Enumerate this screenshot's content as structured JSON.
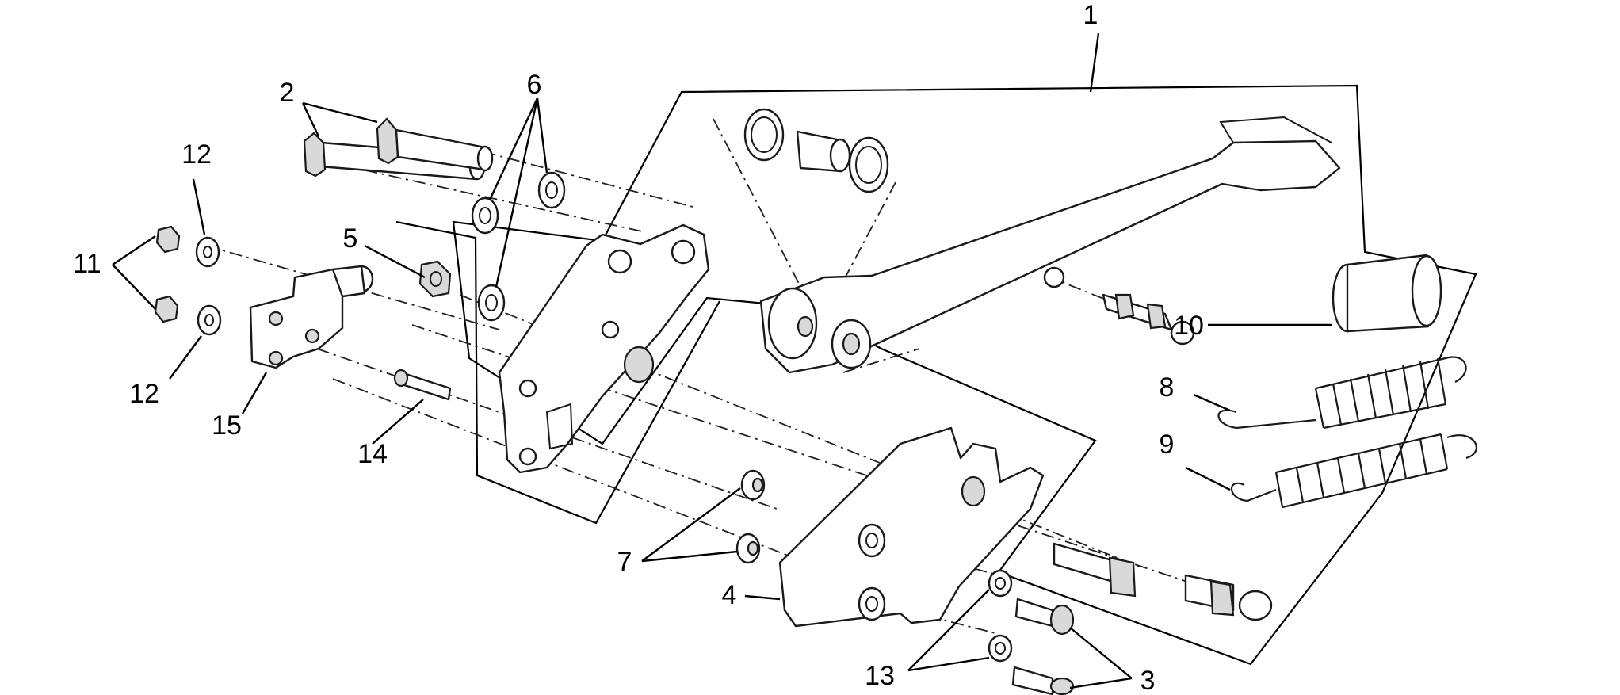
{
  "diagram": {
    "title": "",
    "colors": {
      "line": "#000000",
      "part_fill": "#ffffff",
      "shade": "#d9d9d9"
    },
    "callouts": [
      {
        "id": "c1",
        "label": "1"
      },
      {
        "id": "c2",
        "label": "2"
      },
      {
        "id": "c3",
        "label": "3"
      },
      {
        "id": "c4",
        "label": "4"
      },
      {
        "id": "c5",
        "label": "5"
      },
      {
        "id": "c6",
        "label": "6"
      },
      {
        "id": "c7",
        "label": "7"
      },
      {
        "id": "c8",
        "label": "8"
      },
      {
        "id": "c9",
        "label": "9"
      },
      {
        "id": "c10",
        "label": "10"
      },
      {
        "id": "c11",
        "label": "11"
      },
      {
        "id": "c12a",
        "label": "12"
      },
      {
        "id": "c12b",
        "label": "12"
      },
      {
        "id": "c13",
        "label": "13"
      },
      {
        "id": "c14",
        "label": "14"
      },
      {
        "id": "c15",
        "label": "15"
      }
    ]
  }
}
